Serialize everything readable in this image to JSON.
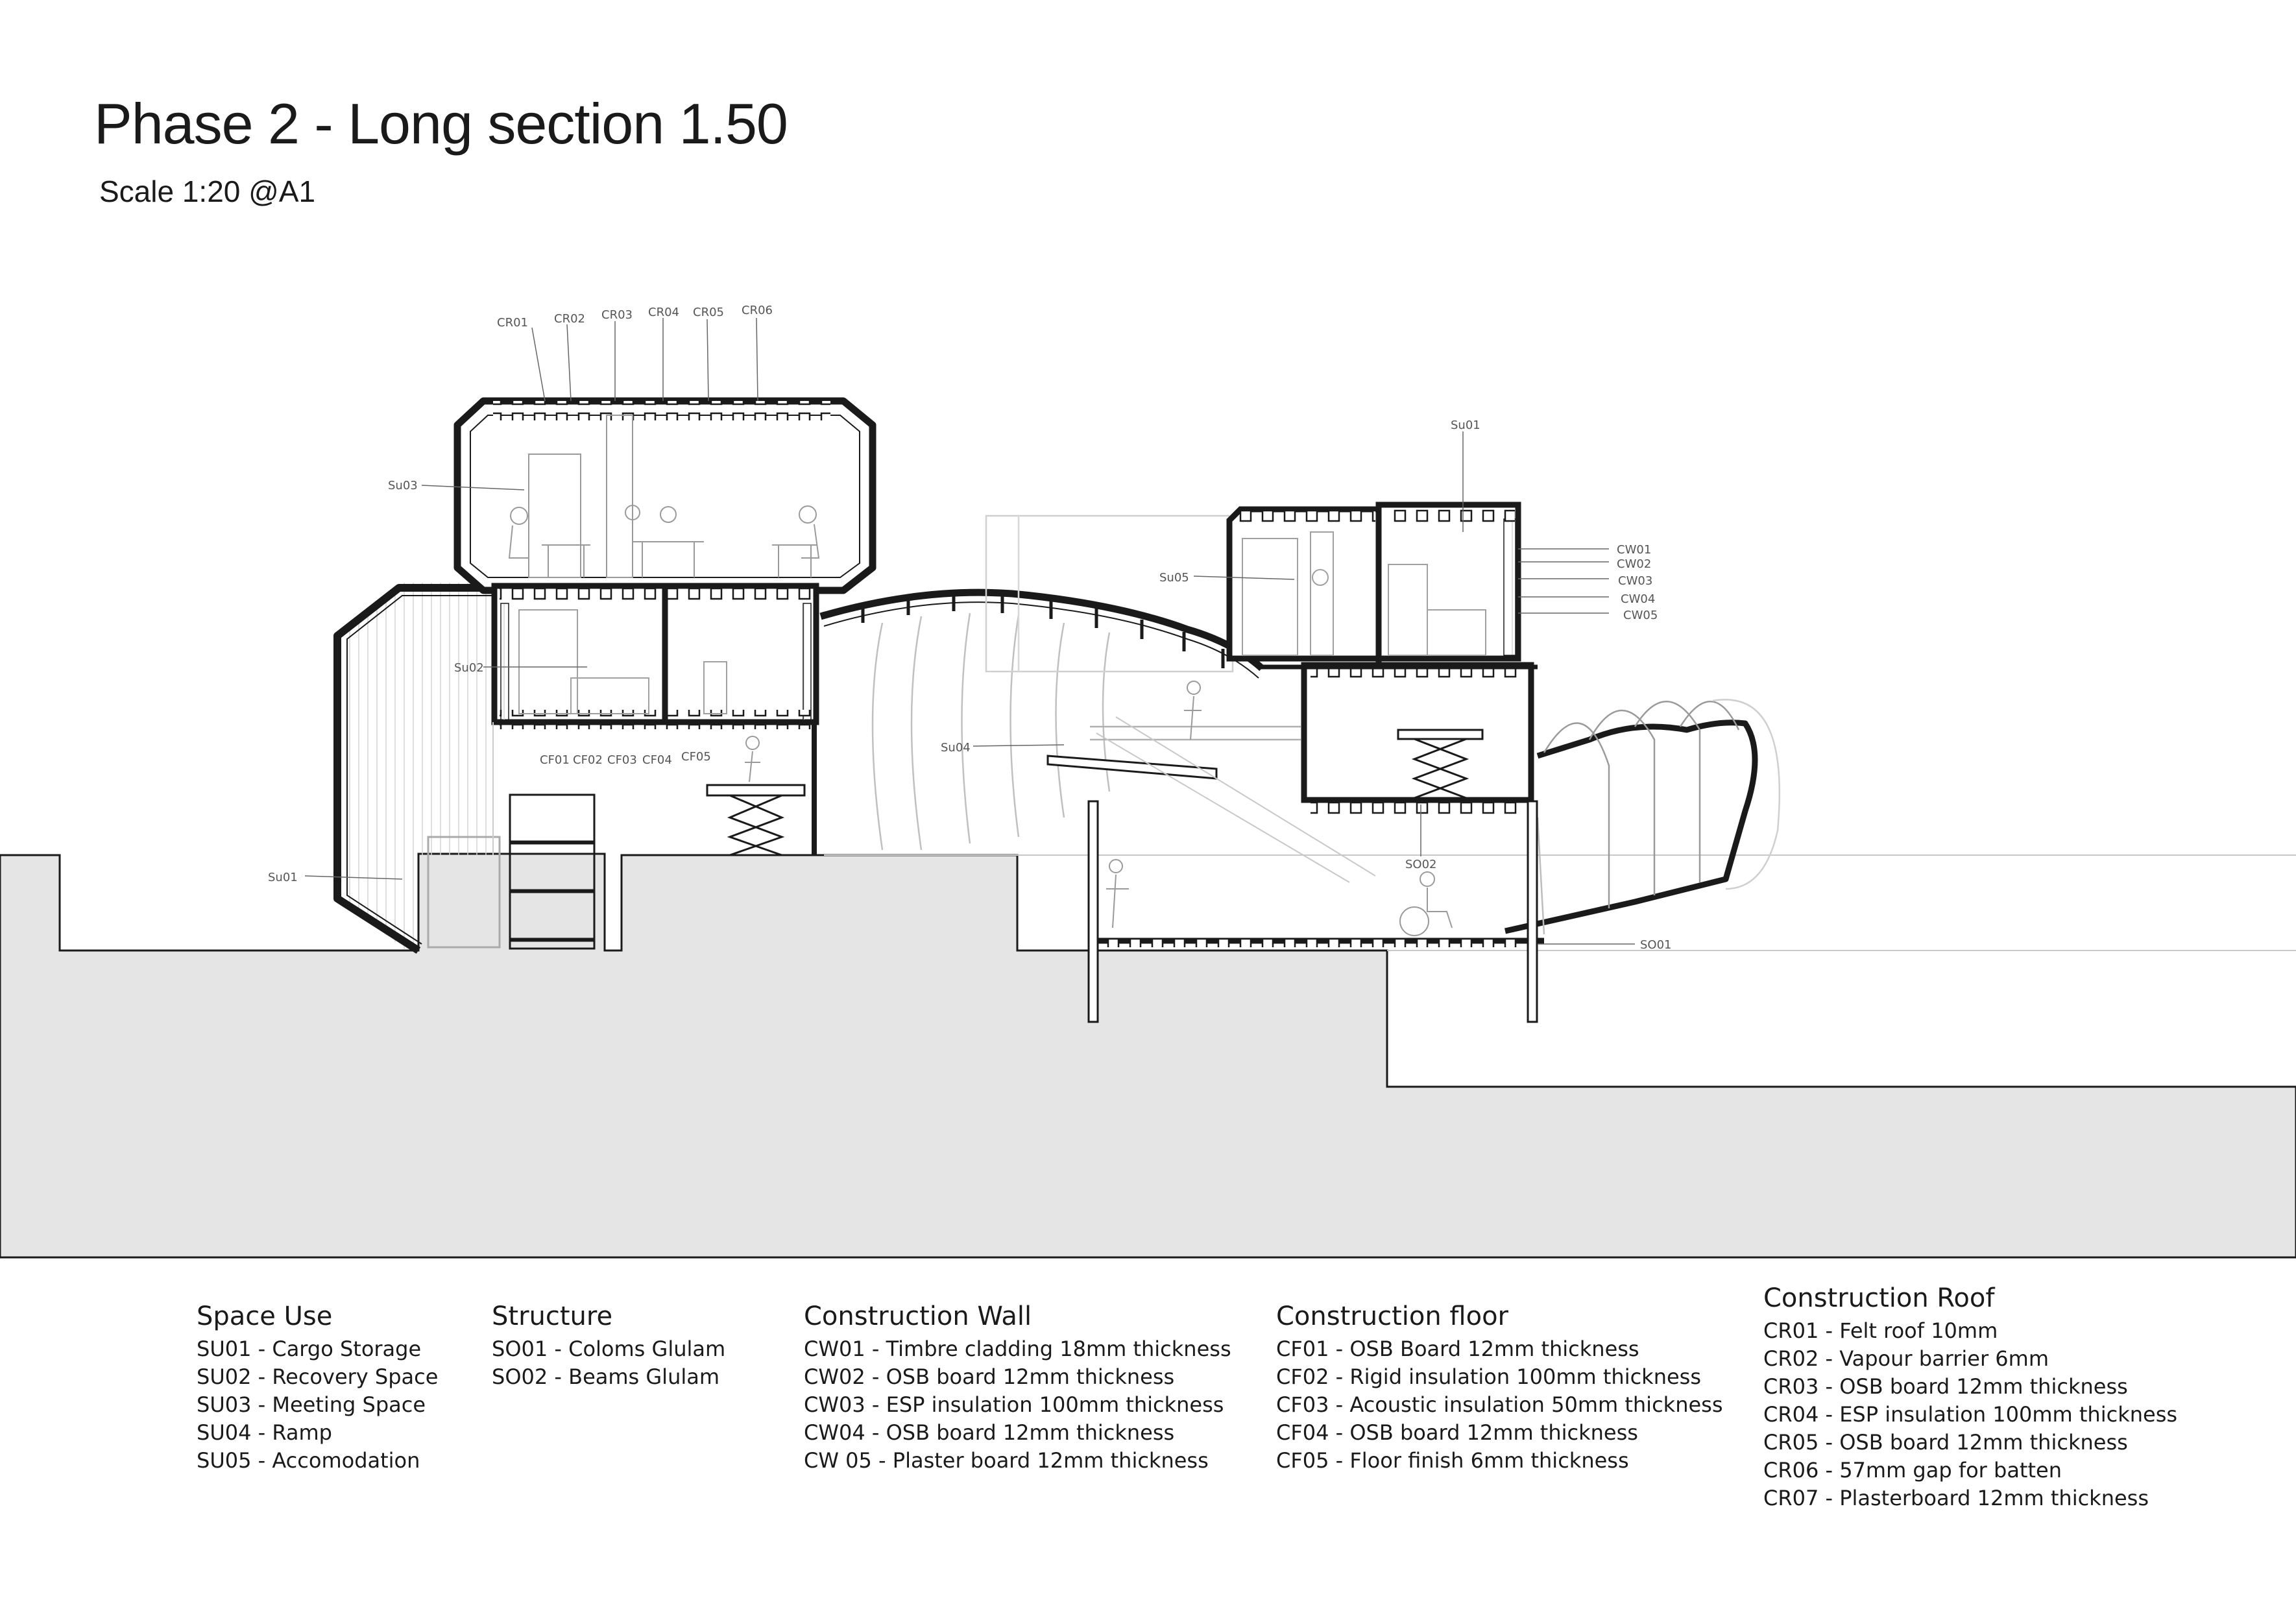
{
  "title": "Phase 2 - Long section 1.50",
  "subtitle": "Scale 1:20 @A1",
  "colors": {
    "ground": "#e5e5e5",
    "line": "#1a1a1a",
    "faint": "#bdbdbd",
    "label": "#555555"
  },
  "labels": {
    "cr01": "CR01",
    "cr02": "CR02",
    "cr03": "CR03",
    "cr04": "CR04",
    "cr05": "CR05",
    "cr06": "CR06",
    "su03": "Su03",
    "su02": "Su02",
    "su01_left": "Su01",
    "su01_top": "Su01",
    "su05": "Su05",
    "su04": "Su04",
    "cf01": "CF01",
    "cf02": "CF02",
    "cf03": "CF03",
    "cf04": "CF04",
    "cf05": "CF05",
    "cw01": "CW01",
    "cw02": "CW02",
    "cw03": "CW03",
    "cw04": "CW04",
    "cw05": "CW05",
    "so02": "SO02",
    "so01": "SO01"
  },
  "legend": {
    "space_use": {
      "heading": "Space Use",
      "items": [
        "SU01 - Cargo Storage",
        "SU02 - Recovery Space",
        "SU03 - Meeting Space",
        "SU04 - Ramp",
        "SU05 - Accomodation"
      ]
    },
    "structure": {
      "heading": "Structure",
      "items": [
        "SO01 - Coloms Glulam",
        "SO02 - Beams Glulam"
      ]
    },
    "wall": {
      "heading": "Construction Wall",
      "items": [
        "CW01 - Timbre cladding 18mm thickness",
        "CW02 -  OSB board 12mm thickness",
        "CW03 - ESP insulation 100mm thickness",
        "CW04 - OSB board 12mm thickness",
        "CW 05 - Plaster board 12mm thickness"
      ]
    },
    "floor": {
      "heading": "Construction floor",
      "items": [
        "CF01 - OSB Board 12mm thickness",
        "CF02 - Rigid insulation 100mm thickness",
        "CF03 - Acoustic insulation 50mm thickness",
        "CF04 - OSB board 12mm thickness",
        "CF05 - Floor finish 6mm thickness"
      ]
    },
    "roof": {
      "heading": "Construction Roof",
      "items": [
        "CR01 - Felt roof 10mm",
        "CR02 - Vapour barrier 6mm",
        "CR03 - OSB board 12mm thickness",
        "CR04 - ESP insulation 100mm thickness",
        "CR05 - OSB board 12mm thickness",
        "CR06 - 57mm gap for batten",
        "CR07 - Plasterboard 12mm thickness"
      ]
    }
  }
}
